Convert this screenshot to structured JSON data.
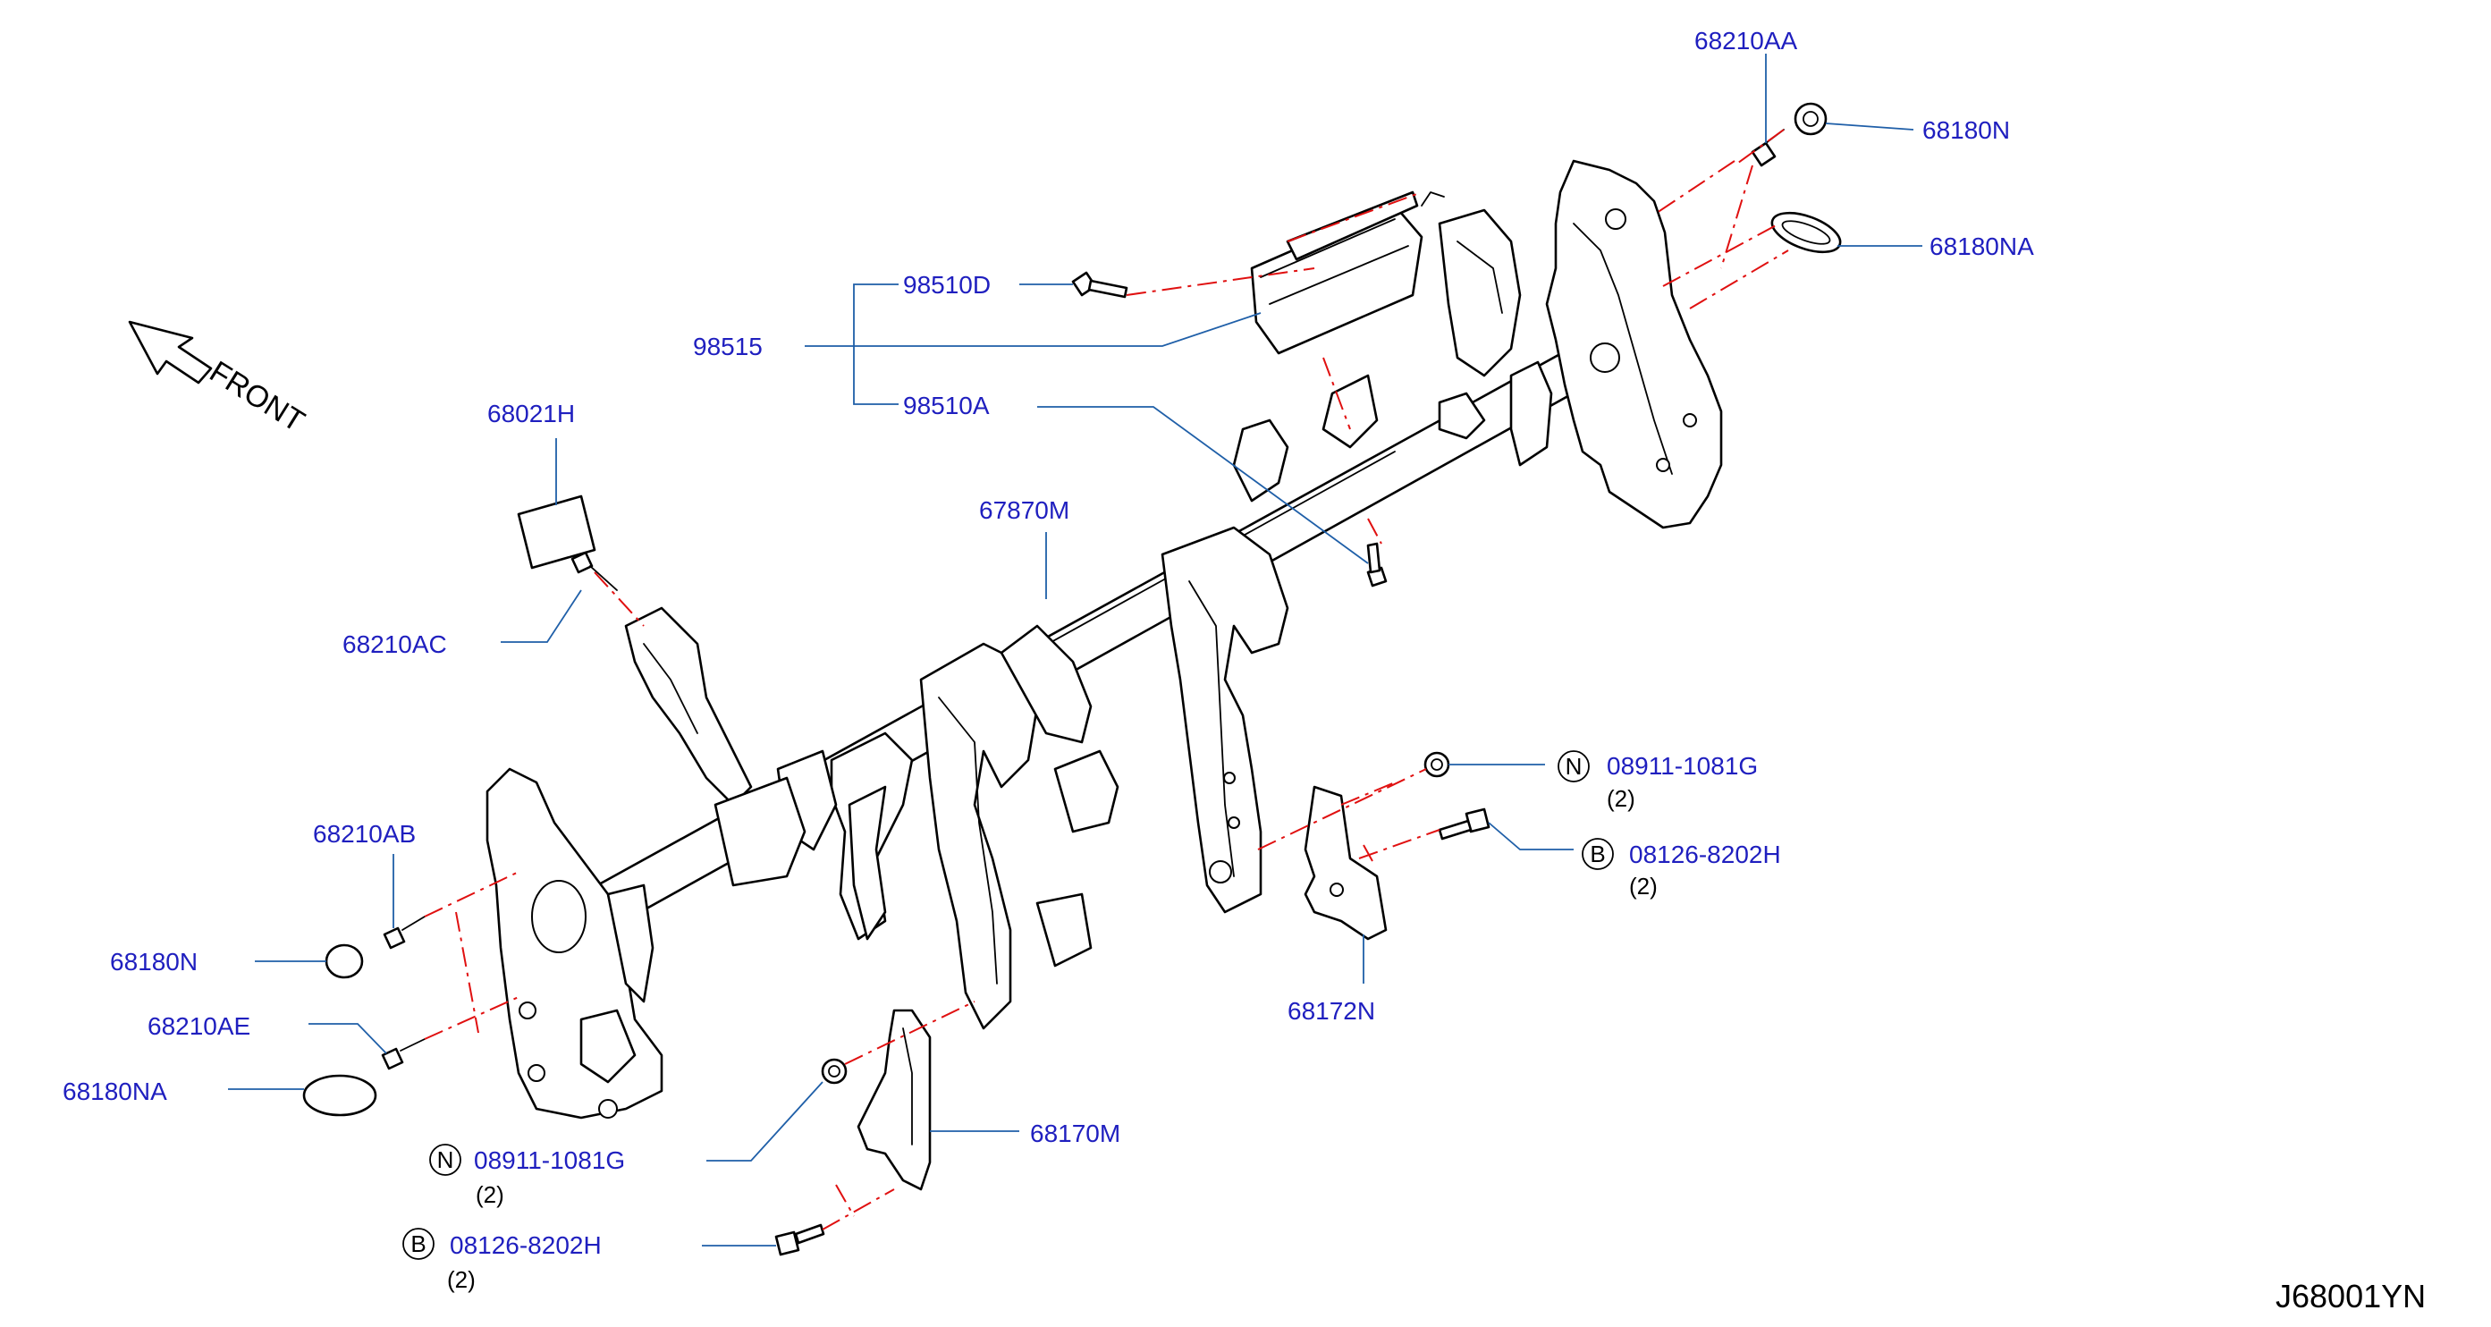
{
  "colors": {
    "label": "#1f1fbf",
    "leader": "#1f5fa8",
    "centerline": "#e01010",
    "outline": "#000000"
  },
  "front_label": "FRONT",
  "reference_code": "J68001YN",
  "labels": {
    "p68210AA": "68210AA",
    "p68180N_top": "68180N",
    "p68180NA_top": "68180NA",
    "p98510D": "98510D",
    "p98515": "98515",
    "p98510A": "98510A",
    "p68021H": "68021H",
    "p67870M": "67870M",
    "p68210AC": "68210AC",
    "p68210AB": "68210AB",
    "p68180N_left": "68180N",
    "p68210AE": "68210AE",
    "p68180NA_left": "68180NA",
    "p08911_right": "08911-1081G",
    "p08911_right_qty": "(2)",
    "p08126_right": "08126-8202H",
    "p08126_right_qty": "(2)",
    "p68172N": "68172N",
    "p68170M": "68170M",
    "p08911_left": "08911-1081G",
    "p08911_left_qty": "(2)",
    "p08126_left": "08126-8202H",
    "p08126_left_qty": "(2)"
  },
  "badges": {
    "nut": "N",
    "bolt": "B"
  }
}
